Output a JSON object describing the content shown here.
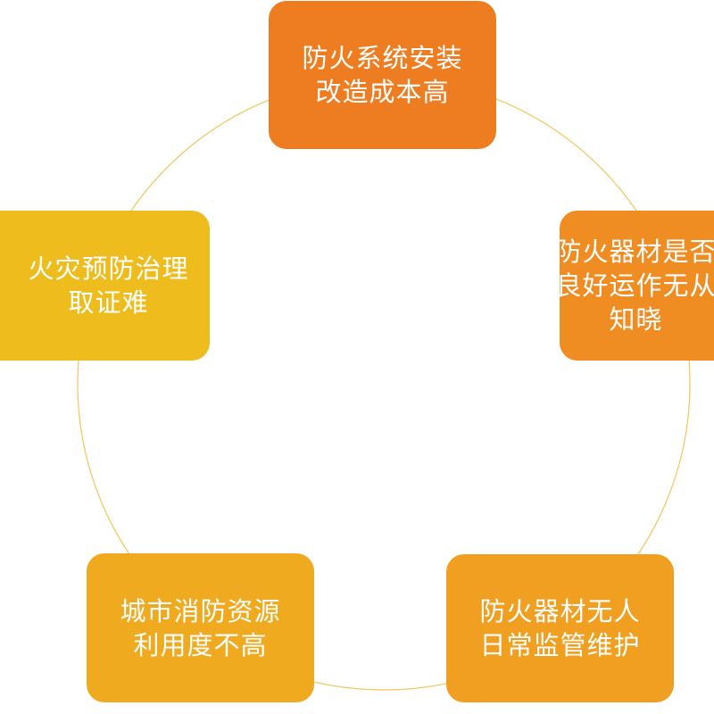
{
  "diagram": {
    "ring_color": "#f2c55c",
    "nodes": [
      {
        "id": "node-1",
        "text": "防火系统安装\n改造成本高",
        "color": "#ee7d22"
      },
      {
        "id": "node-2",
        "text": "防火器材是否\n良好运作无从\n知晓",
        "color": "#ef8c22"
      },
      {
        "id": "node-3",
        "text": "防火器材无人\n日常监管维护",
        "color": "#f09f20"
      },
      {
        "id": "node-4",
        "text": "城市消防资源\n利用度不高",
        "color": "#efaa1f"
      },
      {
        "id": "node-5",
        "text": "火灾预防治理\n取证难",
        "color": "#eebd1d"
      }
    ]
  }
}
